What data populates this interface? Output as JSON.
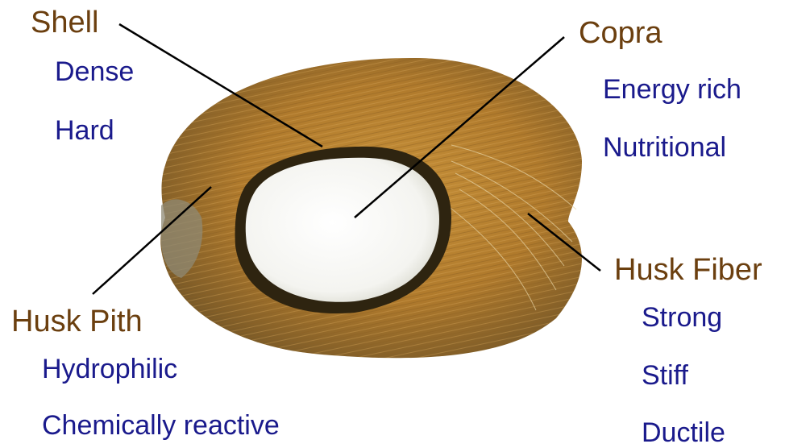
{
  "colors": {
    "part_label": "#6b3f0f",
    "property_label": "#1a1a8c",
    "leader_line": "#000000",
    "husk": "#b8832e",
    "husk_dark": "#7a5a28",
    "shell": "#2e2410",
    "copra": "#f8f8f6"
  },
  "parts": {
    "shell": {
      "name": "Shell",
      "properties": [
        "Dense",
        "Hard"
      ]
    },
    "copra": {
      "name": "Copra",
      "properties": [
        "Energy rich",
        "Nutritional"
      ]
    },
    "husk_fiber": {
      "name": "Husk Fiber",
      "properties": [
        "Strong",
        "Stiff",
        "Ductile"
      ]
    },
    "husk_pith": {
      "name": "Husk Pith",
      "properties": [
        "Hydrophilic",
        "Chemically reactive"
      ]
    }
  },
  "image": {
    "subject": "coconut-cross-section-icon"
  }
}
